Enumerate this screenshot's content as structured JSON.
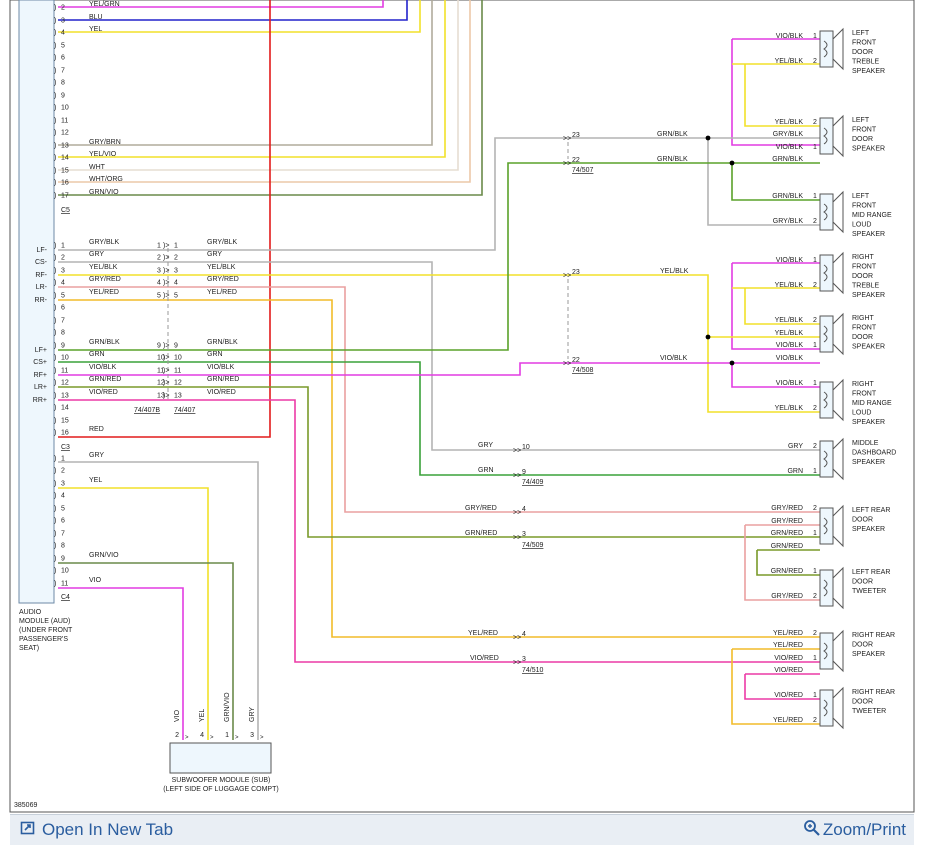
{
  "diagram_id": "385069",
  "audio_module": {
    "title_lines": [
      "AUDIO",
      "MODULE (AUD)",
      "(UNDER FRONT",
      "PASSENGER'S",
      "SEAT)"
    ],
    "connectors": [
      "C5",
      "C3",
      "C4"
    ]
  },
  "c5_pins": [
    {
      "num": "2",
      "color": "YEL/GRN"
    },
    {
      "num": "3",
      "color": "BLU"
    },
    {
      "num": "4",
      "color": "YEL"
    },
    {
      "num": "5",
      "color": ""
    },
    {
      "num": "6",
      "color": ""
    },
    {
      "num": "7",
      "color": ""
    },
    {
      "num": "8",
      "color": ""
    },
    {
      "num": "9",
      "color": ""
    },
    {
      "num": "10",
      "color": ""
    },
    {
      "num": "11",
      "color": ""
    },
    {
      "num": "12",
      "color": ""
    },
    {
      "num": "13",
      "color": "GRY/BRN"
    },
    {
      "num": "14",
      "color": "YEL/VIO"
    },
    {
      "num": "15",
      "color": "WHT"
    },
    {
      "num": "16",
      "color": "WHT/ORG"
    },
    {
      "num": "17",
      "color": "GRN/VIO"
    }
  ],
  "c3_pins": [
    {
      "num": "1",
      "label": "LF-",
      "color": "GRY/BLK"
    },
    {
      "num": "2",
      "label": "CS-",
      "color": "GRY"
    },
    {
      "num": "3",
      "label": "RF-",
      "color": "YEL/BLK"
    },
    {
      "num": "4",
      "label": "LR-",
      "color": "GRY/RED"
    },
    {
      "num": "5",
      "label": "RR-",
      "color": "YEL/RED"
    },
    {
      "num": "6",
      "label": "",
      "color": ""
    },
    {
      "num": "7",
      "label": "",
      "color": ""
    },
    {
      "num": "8",
      "label": "",
      "color": ""
    },
    {
      "num": "9",
      "label": "LF+",
      "color": "GRN/BLK"
    },
    {
      "num": "10",
      "label": "CS+",
      "color": "GRN"
    },
    {
      "num": "11",
      "label": "RF+",
      "color": "VIO/BLK"
    },
    {
      "num": "12",
      "label": "LR+",
      "color": "GRN/RED"
    },
    {
      "num": "13",
      "label": "RR+",
      "color": "VIO/RED"
    },
    {
      "num": "14",
      "label": "",
      "color": ""
    },
    {
      "num": "15",
      "label": "",
      "color": ""
    },
    {
      "num": "16",
      "label": "",
      "color": "RED"
    }
  ],
  "c4_pins": [
    {
      "num": "1",
      "color": "GRY"
    },
    {
      "num": "2",
      "color": ""
    },
    {
      "num": "3",
      "color": "YEL"
    },
    {
      "num": "4",
      "color": ""
    },
    {
      "num": "5",
      "color": ""
    },
    {
      "num": "6",
      "color": ""
    },
    {
      "num": "7",
      "color": ""
    },
    {
      "num": "8",
      "color": ""
    },
    {
      "num": "9",
      "color": "GRN/VIO"
    },
    {
      "num": "10",
      "color": ""
    },
    {
      "num": "11",
      "color": "VIO"
    }
  ],
  "inline_407": {
    "pins": [
      {
        "num": "1",
        "color": "GRY/BLK"
      },
      {
        "num": "2",
        "color": "GRY"
      },
      {
        "num": "3",
        "color": "YEL/BLK"
      },
      {
        "num": "4",
        "color": "GRY/RED"
      },
      {
        "num": "5",
        "color": "YEL/RED"
      },
      {
        "num": "9",
        "color": "GRN/BLK"
      },
      {
        "num": "10",
        "color": "GRN"
      },
      {
        "num": "11",
        "color": "VIO/BLK"
      },
      {
        "num": "12",
        "color": "GRN/RED"
      },
      {
        "num": "13",
        "color": "VIO/RED"
      }
    ],
    "left_id": "74/407B",
    "right_id": "74/407"
  },
  "connector_507": {
    "id": "74/507",
    "pins": [
      {
        "num": "23",
        "color": "GRN/BLK"
      },
      {
        "num": "22",
        "color": "GRN/BLK"
      }
    ]
  },
  "connector_508": {
    "id": "74/508",
    "pins": [
      {
        "num": "23",
        "color": "YEL/BLK"
      },
      {
        "num": "22",
        "color": "VIO/BLK"
      }
    ]
  },
  "connector_409": {
    "id": "74/409",
    "pins": [
      {
        "num": "10",
        "color": "GRY"
      },
      {
        "num": "9",
        "color": "GRN"
      }
    ]
  },
  "connector_509": {
    "id": "74/509",
    "pins": [
      {
        "num": "4",
        "color": "GRY/RED"
      },
      {
        "num": "3",
        "color": "GRN/RED"
      }
    ]
  },
  "connector_510": {
    "id": "74/510",
    "pins": [
      {
        "num": "4",
        "color": "YEL/RED"
      },
      {
        "num": "3",
        "color": "VIO/RED"
      }
    ]
  },
  "speakers": [
    {
      "name": [
        "LEFT",
        "FRONT",
        "DOOR",
        "TREBLE",
        "SPEAKER"
      ],
      "pin1": {
        "num": "1",
        "color": "VIO/BLK"
      },
      "pin2": {
        "num": "2",
        "color": "YEL/BLK"
      }
    },
    {
      "name": [
        "LEFT",
        "FRONT",
        "DOOR",
        "SPEAKER"
      ],
      "pin1": {
        "num": "2",
        "color": "YEL/BLK"
      },
      "pin2": {
        "num": "1",
        "color": "VIO/BLK"
      },
      "extra": [
        {
          "num": "",
          "color": "GRY/BLK"
        },
        {
          "num": "",
          "color": "GRN/BLK"
        }
      ]
    },
    {
      "name": [
        "LEFT",
        "FRONT",
        "MID RANGE",
        "LOUD",
        "SPEAKER"
      ],
      "pin1": {
        "num": "1",
        "color": "GRN/BLK"
      },
      "pin2": {
        "num": "2",
        "color": "GRY/BLK"
      }
    },
    {
      "name": [
        "RIGHT",
        "FRONT",
        "DOOR",
        "TREBLE",
        "SPEAKER"
      ],
      "pin1": {
        "num": "1",
        "color": "VIO/BLK"
      },
      "pin2": {
        "num": "2",
        "color": "YEL/BLK"
      }
    },
    {
      "name": [
        "RIGHT",
        "FRONT",
        "DOOR",
        "SPEAKER"
      ],
      "pin1": {
        "num": "2",
        "color": "YEL/BLK"
      },
      "pin2": {
        "num": "1",
        "color": "VIO/BLK"
      },
      "extra": [
        {
          "num": "",
          "color": "YEL/BLK"
        },
        {
          "num": "",
          "color": "VIO/BLK"
        }
      ]
    },
    {
      "name": [
        "RIGHT",
        "FRONT",
        "MID RANGE",
        "LOUD",
        "SPEAKER"
      ],
      "pin1": {
        "num": "1",
        "color": "VIO/BLK"
      },
      "pin2": {
        "num": "2",
        "color": "YEL/BLK"
      }
    },
    {
      "name": [
        "MIDDLE",
        "DASHBOARD",
        "SPEAKER"
      ],
      "pin1": {
        "num": "2",
        "color": "GRY"
      },
      "pin2": {
        "num": "1",
        "color": "GRN"
      }
    },
    {
      "name": [
        "LEFT REAR",
        "DOOR",
        "SPEAKER"
      ],
      "pin1": {
        "num": "2",
        "color": "GRY/RED"
      },
      "pin2": {
        "num": "1",
        "color": "GRN/RED"
      },
      "extra": [
        {
          "num": "",
          "color": "GRY/RED"
        },
        {
          "num": "",
          "color": "GRN/RED"
        }
      ]
    },
    {
      "name": [
        "LEFT REAR",
        "DOOR",
        "TWEETER"
      ],
      "pin1": {
        "num": "1",
        "color": "GRN/RED"
      },
      "pin2": {
        "num": "2",
        "color": "GRY/RED"
      }
    },
    {
      "name": [
        "RIGHT REAR",
        "DOOR",
        "SPEAKER"
      ],
      "pin1": {
        "num": "2",
        "color": "YEL/RED"
      },
      "pin2": {
        "num": "1",
        "color": "VIO/RED"
      },
      "extra": [
        {
          "num": "",
          "color": "YEL/RED"
        },
        {
          "num": "",
          "color": "VIO/RED"
        }
      ]
    },
    {
      "name": [
        "RIGHT REAR",
        "DOOR",
        "TWEETER"
      ],
      "pin1": {
        "num": "1",
        "color": "VIO/RED"
      },
      "pin2": {
        "num": "2",
        "color": "YEL/RED"
      }
    }
  ],
  "subwoofer": {
    "title": "SUBWOOFER MODULE (SUB)",
    "subtitle": "(LEFT SIDE OF LUGGAGE COMPT)",
    "pins": [
      {
        "num": "2",
        "color": "VIO"
      },
      {
        "num": "4",
        "color": "YEL"
      },
      {
        "num": "1",
        "color": "GRN/VIO"
      },
      {
        "num": "3",
        "color": "GRY"
      }
    ]
  },
  "wire_colors": {
    "GRY": "#b4b4b4",
    "GRN": "#3aa23a",
    "YEL": "#f2e12a",
    "VIO": "#e23ce2",
    "RED": "#e21c1c",
    "BLU": "#2222cc",
    "WHT": "#e6ddd2",
    "ORG": "#f0b060",
    "GRY/RED": "#eaa0a0",
    "GRN/RED": "#7a9a2a",
    "YEL/RED": "#f2bc2a",
    "VIO/RED": "#ec3aa6",
    "GRN/BLK": "#5aa22a",
    "GRY/BLK": "#b4b4b4",
    "VIO/BLK": "#e23ce2",
    "YEL/BLK": "#f2e12a",
    "GRY/BRN": "#b0ab9c",
    "YEL/VIO": "#f2e12a",
    "WHT/ORG": "#ecc8a8",
    "GRN/VIO": "#6a8a4a",
    "YEL/GRN": "#e6e23a"
  },
  "bottom_bar": {
    "open_label": "Open In New Tab",
    "zoom_label": "Zoom/Print",
    "open_icon": "open-new-tab-icon",
    "zoom_icon": "magnifier-icon"
  }
}
